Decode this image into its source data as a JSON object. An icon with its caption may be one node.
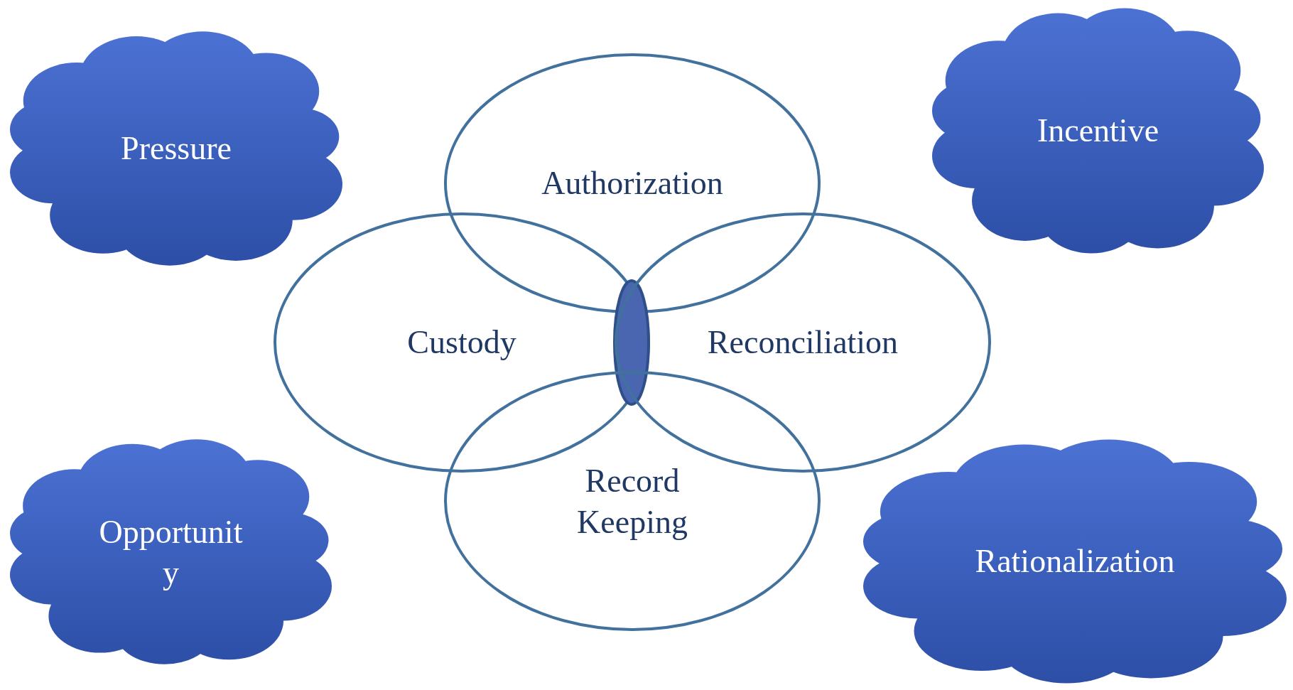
{
  "diagram": {
    "nodes": [
      {
        "text": [
          "Pressure"
        ]
      },
      {
        "text": [
          "Incentive"
        ]
      },
      {
        "text": [
          "Authorization"
        ]
      },
      {
        "text": [
          "Custody"
        ]
      },
      {
        "text": [],
        "shape": "ellipse"
      },
      {
        "text": [
          "Reconciliation"
        ]
      },
      {
        "text": [
          "Record Keeping"
        ]
      },
      {
        "text": [
          "Opportunity"
        ]
      },
      {
        "text": [
          "Rationalization"
        ]
      }
    ]
  }
}
